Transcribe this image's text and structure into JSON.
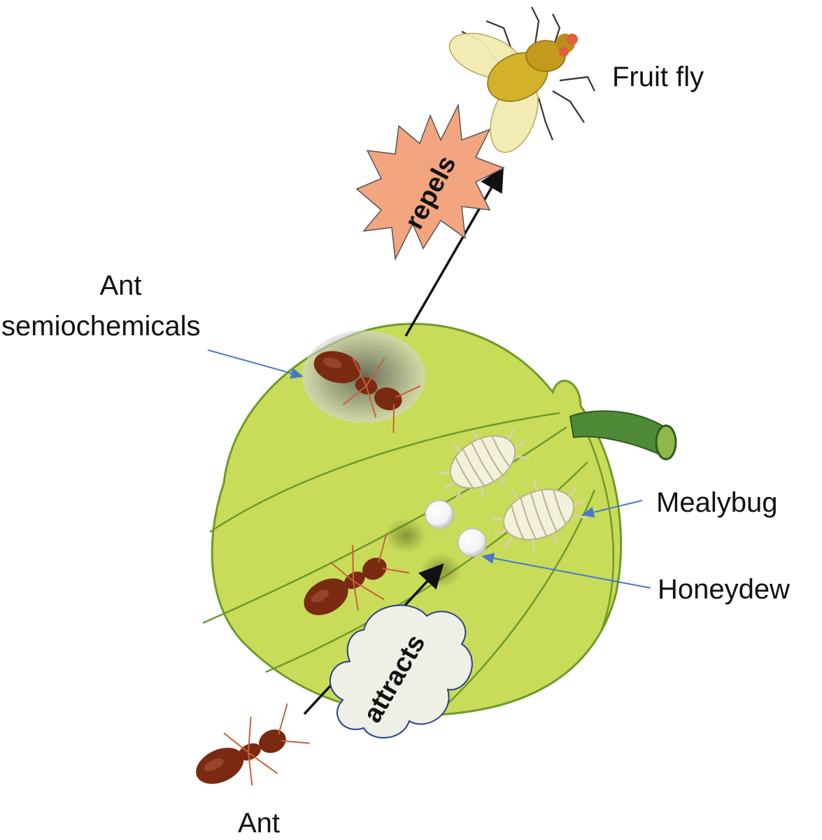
{
  "labels": {
    "fruit_fly": "Fruit fly",
    "ant_semiochemicals_line1": "Ant",
    "ant_semiochemicals_line2": "semiochemicals",
    "mealybug": "Mealybug",
    "honeydew": "Honeydew",
    "ant": "Ant",
    "repels": "repels",
    "attracts": "attracts"
  },
  "colors": {
    "fruit_body": "#c8dc5a",
    "fruit_stroke": "#6f9a2a",
    "stem": "#4e8a35",
    "ant": "#7a2a10",
    "fly_body": "#d4b12a",
    "fly_wing": "#f3eab0",
    "repels_star": "#f2a57f",
    "attracts_cloud": "#eef0e6",
    "pointer_blue": "#4a78c8",
    "mealybug": "#f3f0dc"
  }
}
